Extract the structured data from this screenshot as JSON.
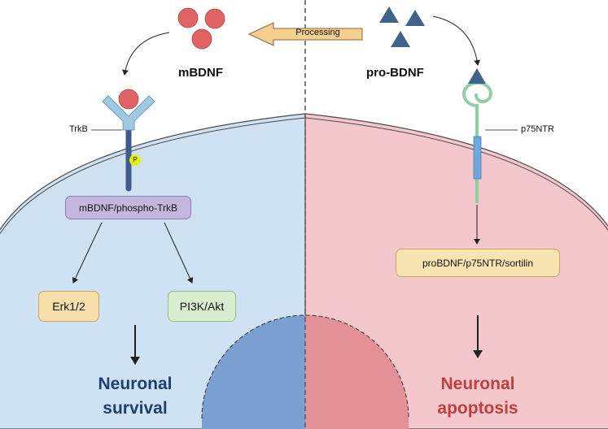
{
  "labels": {
    "mbdnf": "mBDNF",
    "pro_bdnf": "pro-BDNF",
    "processing": "Processing",
    "trkb": "TrkB",
    "p75ntr": "p75NTR",
    "phospho_marker": "P"
  },
  "boxes": {
    "mbdnf_trkb": "mBDNF/phospho-TrkB",
    "erk": "Erk1/2",
    "pi3k": "PI3K/Akt",
    "probdnf_complex": "proBDNF/p75NTR/sortilin"
  },
  "outcomes": {
    "survival_line1": "Neuronal",
    "survival_line2": "survival",
    "apoptosis_line1": "Neuronal",
    "apoptosis_line2": "apoptosis"
  },
  "colors": {
    "survival_cell": "#cfe2f3",
    "apoptosis_cell": "#f4c7cc",
    "survival_nucleus": "#7a9fd0",
    "apoptosis_nucleus": "#e39096",
    "mbdnf_ball": "#e06464",
    "pro_bdnf_triangle": "#3f6489",
    "trkb_receptor": "#9ec9e0",
    "trkb_stem": "#405a8a",
    "p75_receptor": "#90cfa0",
    "complex_box": "#c5b6e0",
    "erk_box": "#f6dfa8",
    "pi3k_box": "#d8efcf",
    "survival_text": "#1d3f73",
    "apoptosis_text": "#c33d3d",
    "processing_arrow": "#f5cf8e"
  }
}
